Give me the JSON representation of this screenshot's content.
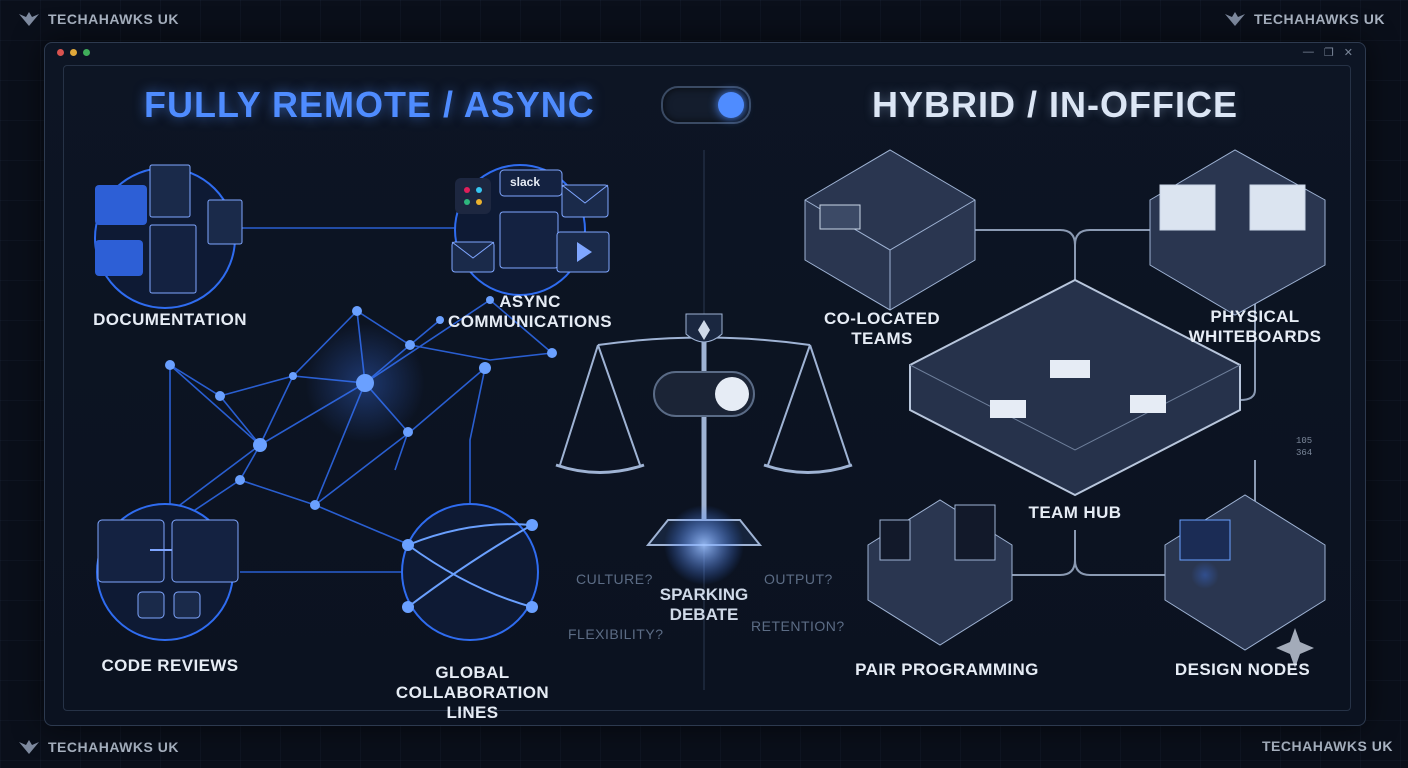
{
  "brand": {
    "name": "TECHAHAWKS UK"
  },
  "toggle": {
    "state": "on",
    "accent": "#4f8cff"
  },
  "left": {
    "heading": "FULLY REMOTE / ASYNC",
    "nodes": {
      "documentation": "DOCUMENTATION",
      "async_line1": "ASYNC",
      "async_line2": "COMMUNICATIONS",
      "code_reviews": "CODE REVIEWS",
      "global_line1": "GLOBAL COLLABORATION",
      "global_line2": "LINES",
      "slack_badge": "slack"
    }
  },
  "center": {
    "debate_line1": "SPARKING",
    "debate_line2": "DEBATE",
    "questions": [
      "CULTURE?",
      "OUTPUT?",
      "FLEXIBILITY?",
      "RETENTION?"
    ]
  },
  "right": {
    "heading": "HYBRID / IN-OFFICE",
    "nodes": {
      "colocated_line1": "CO-LOCATED",
      "colocated_line2": "TEAMS",
      "whiteboards_line1": "PHYSICAL",
      "whiteboards_line2": "WHITEBOARDS",
      "team_hub": "TEAM HUB",
      "pair_programming": "PAIR PROGRAMMING",
      "design_nodes": "DESIGN NODES"
    },
    "side_stats": [
      "105",
      "364"
    ]
  },
  "colors": {
    "remote": "#4f8cff",
    "office": "#c9d5e6",
    "background": "#0a0f1a"
  }
}
